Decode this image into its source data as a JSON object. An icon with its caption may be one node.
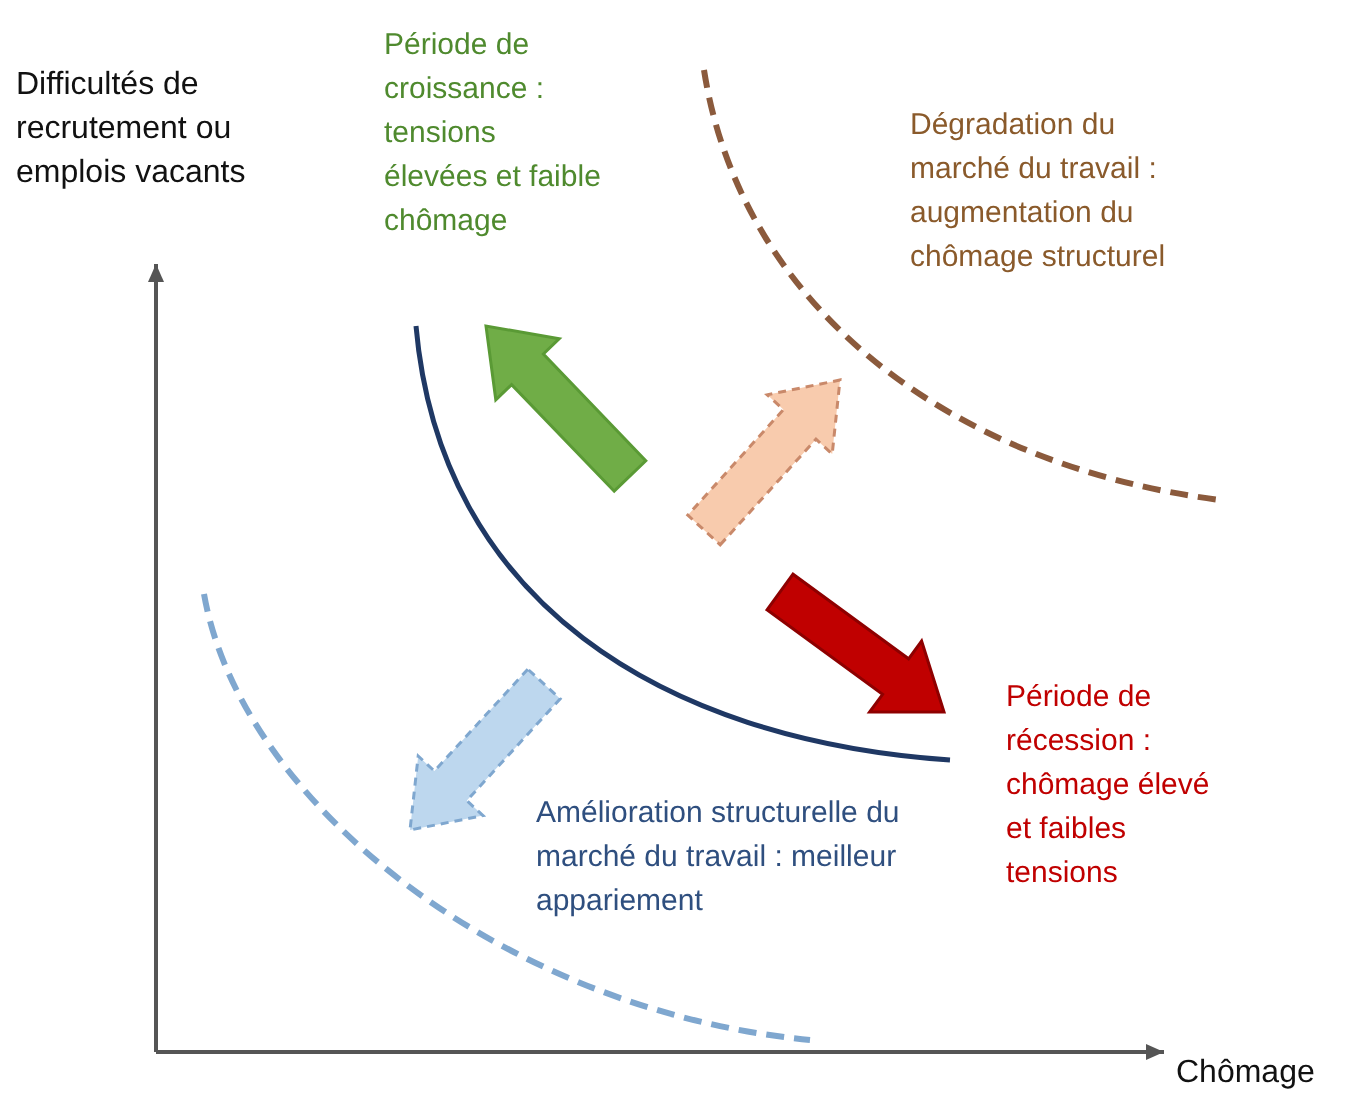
{
  "diagram": {
    "labels": [
      "Difficultés de recrutement ou emplois vacants",
      "Période de croissance : tensions élevées et faible chômage",
      "Dégradation du marché du travail : augmentation du chômage structurel",
      "Période de récession : chômage élevé et faibles tensions",
      "Amélioration structurelle du marché du travail : meilleur appariement",
      "Chômage"
    ]
  }
}
